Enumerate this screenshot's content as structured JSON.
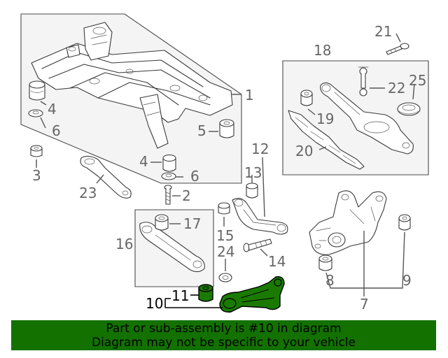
{
  "diagram": {
    "callouts": {
      "c1": "1",
      "c2": "2",
      "c3": "3",
      "c4a": "4",
      "c4b": "4",
      "c5": "5",
      "c6a": "6",
      "c6b": "6",
      "c7": "7",
      "c8": "8",
      "c9": "9",
      "c10": "10",
      "c11": "11",
      "c12": "12",
      "c13": "13",
      "c14": "14",
      "c15": "15",
      "c16": "16",
      "c17": "17",
      "c18": "18",
      "c19": "19",
      "c20": "20",
      "c21": "21",
      "c22": "22",
      "c23": "23",
      "c24": "24",
      "c25": "25"
    },
    "highlight_color": "#1a7a00"
  },
  "banner": {
    "line1": "Part or sub-assembly is #10 in diagram",
    "line2": "Diagram may not be specific to your vehicle",
    "color": "#137100"
  }
}
